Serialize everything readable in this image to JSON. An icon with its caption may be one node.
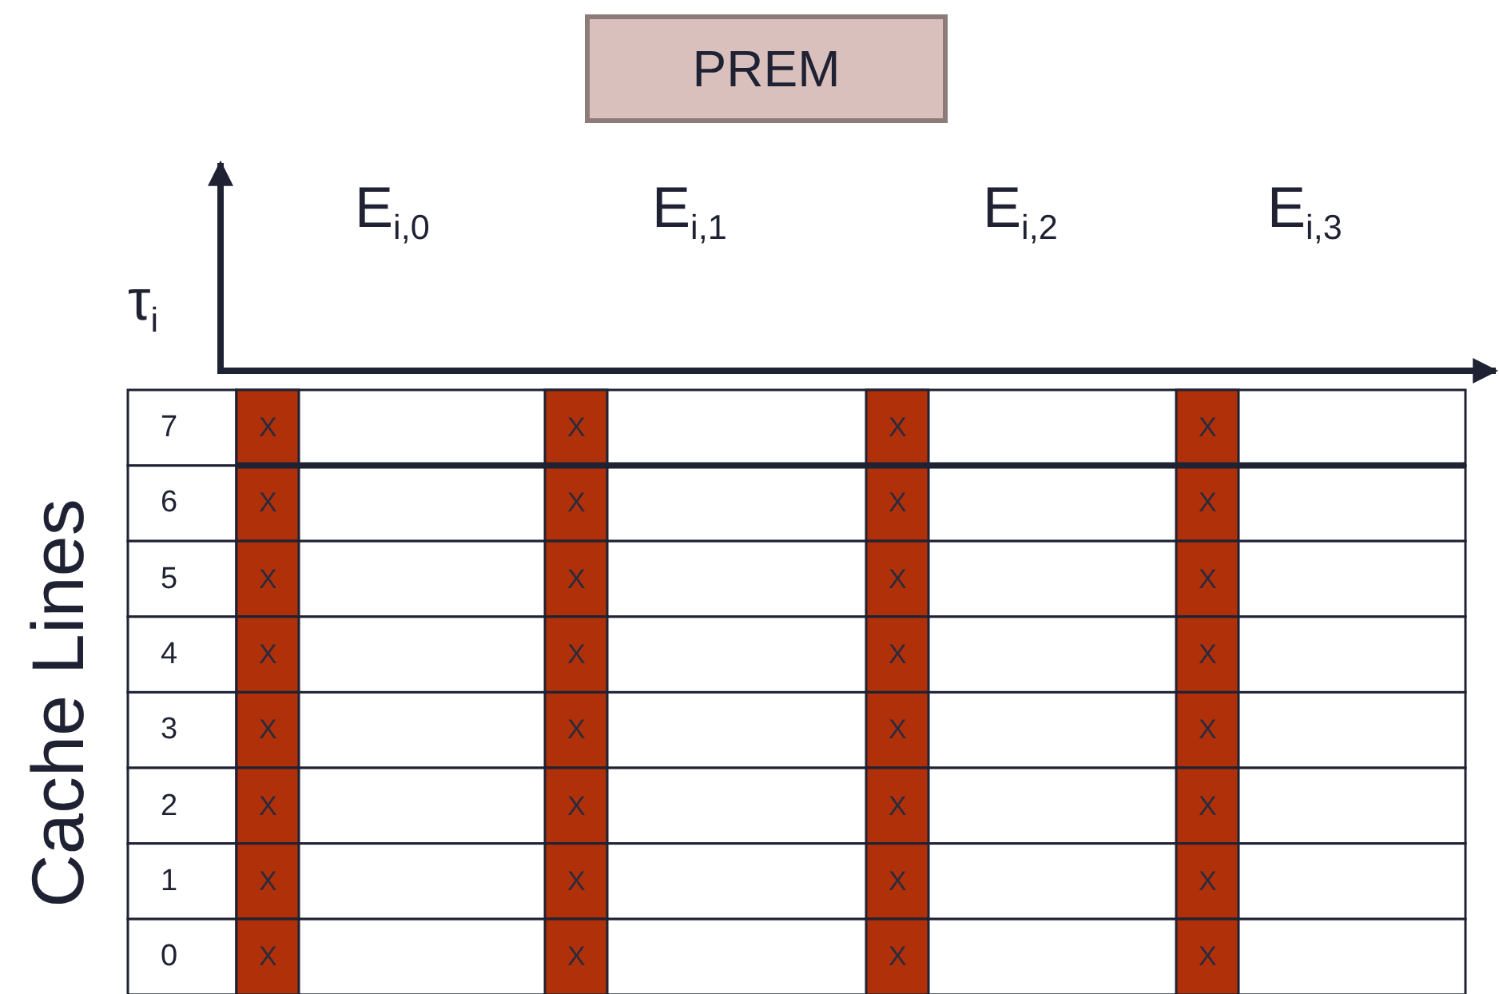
{
  "diagram": {
    "nodes": [
      {
        "text": [
          "PREM"
        ]
      }
    ],
    "labels": [
      "E$_{i,0}$",
      "E$_{i,1}$",
      "E$_{i,2}$",
      "E$_{i,3}$",
      "τ$_{i}$",
      "Cache Lines",
      "7",
      "X",
      "X",
      "X",
      "X",
      "6",
      "X",
      "X",
      "X",
      "X",
      "5",
      "X",
      "X",
      "X",
      "X",
      "4",
      "X",
      "X",
      "X",
      "X",
      "3",
      "X",
      "X",
      "X",
      "X",
      "2",
      "X",
      "X",
      "X",
      "X",
      "1",
      "X",
      "X",
      "X",
      "X",
      "0",
      "X",
      "X",
      "X",
      "X"
    ]
  }
}
